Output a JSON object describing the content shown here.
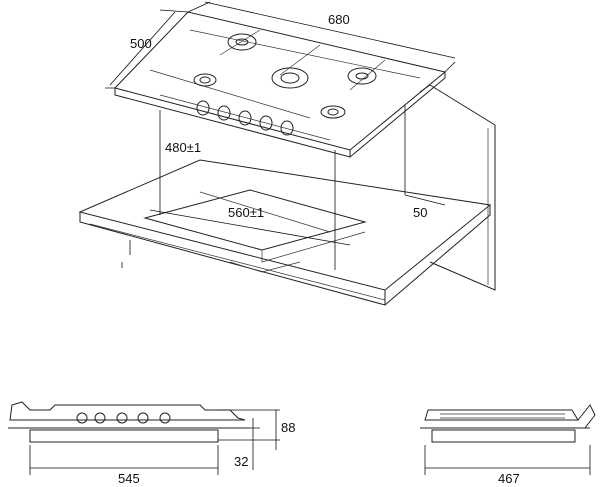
{
  "diagram": {
    "perspective_view": {
      "width_label": "680",
      "depth_label": "500",
      "cutout_depth_label": "480±1",
      "cutout_width_label": "560±1",
      "back_clearance_label": "50"
    },
    "front_view": {
      "width_label": "545",
      "height_label": "88",
      "below_counter_label": "32"
    },
    "side_view": {
      "depth_label": "467"
    }
  }
}
